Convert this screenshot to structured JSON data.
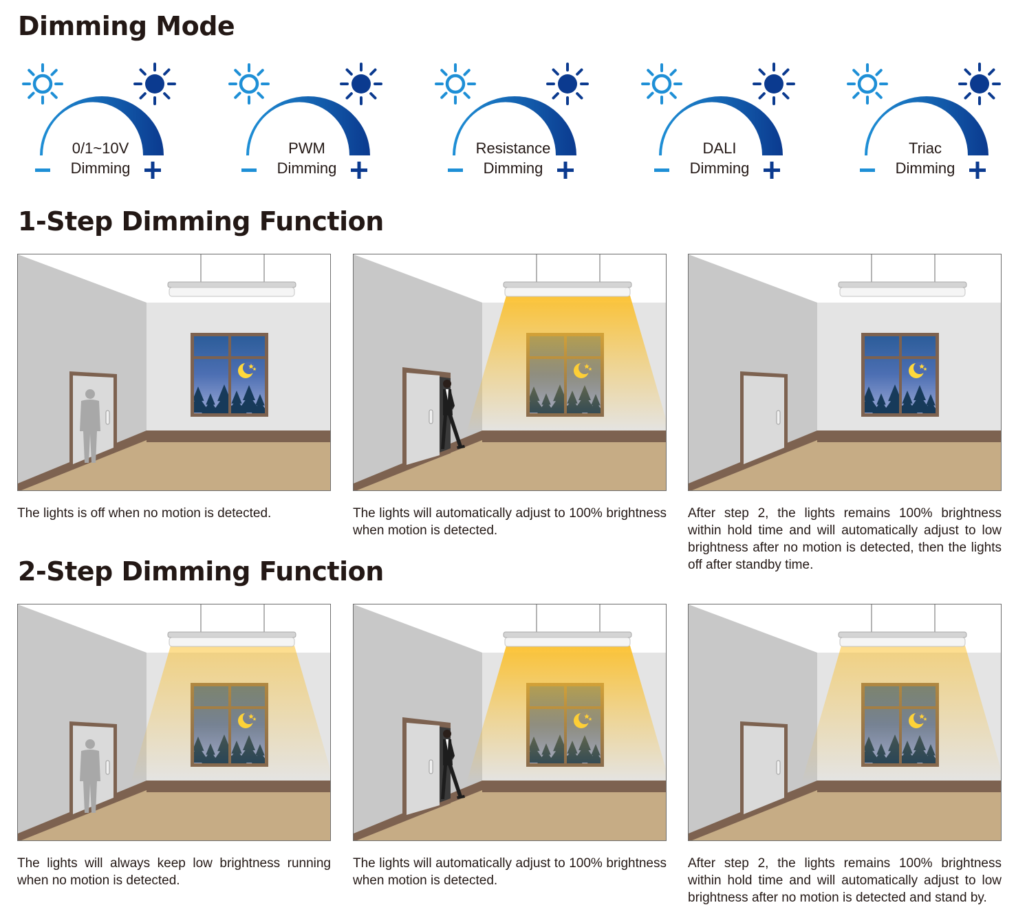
{
  "headings": {
    "dimming_mode": "Dimming Mode",
    "one_step": "1-Step Dimming Function",
    "two_step": "2-Step Dimming Function"
  },
  "dimming_modes": [
    {
      "line1": "0/1~10V",
      "line2": "Dimming"
    },
    {
      "line1": "PWM",
      "line2": "Dimming"
    },
    {
      "line1": "Resistance",
      "line2": "Dimming"
    },
    {
      "line1": "DALI",
      "line2": "Dimming"
    },
    {
      "line1": "Triac",
      "line2": "Dimming"
    }
  ],
  "icons": {
    "low": "sun-outline-icon",
    "high": "sun-filled-icon",
    "minus": "minus-icon",
    "plus": "plus-icon"
  },
  "one_step_captions": [
    "The lights is off when no motion is detected.",
    "The lights will automatically adjust to 100% brightness when motion is detected.",
    "After step 2, the lights remains 100% brightness within hold time and will automatically adjust to low brightness after no motion is detected, then the lights off after standby time."
  ],
  "two_step_captions": [
    "The lights will always keep low brightness running when no motion is detected.",
    "The lights will automatically adjust to 100% brightness when motion is detected.",
    "After step 2, the lights remains 100% brightness within hold time and will automatically adjust to low brightness after no motion is detected and stand by."
  ],
  "colors": {
    "light_blue": "#1e8fd6",
    "dark_blue": "#0b3a8f",
    "light_beam": "#fbc02d",
    "wall_side": "#c8c8c8",
    "wall_back": "#e4e4e4",
    "floor": "#c6ac85",
    "baseboard": "#7d6250",
    "window_frame": "#7d6250"
  }
}
